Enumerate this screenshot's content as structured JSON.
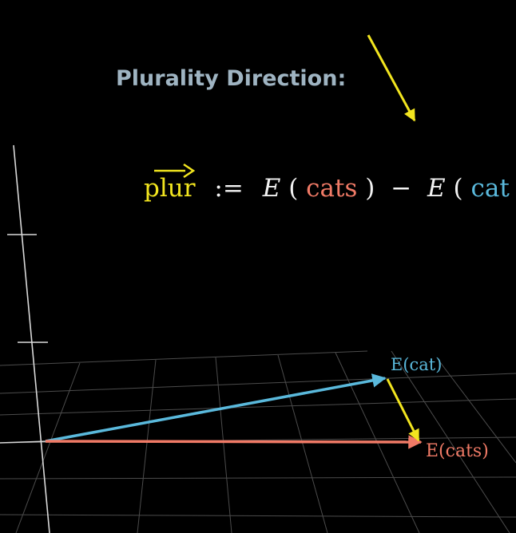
{
  "colors": {
    "background": "#000000",
    "title": "#9fb4c2",
    "yellow": "#f2e51f",
    "red": "#f07a66",
    "blue": "#5ab9dc",
    "white": "#f2f2f2",
    "grid": "#8a8a8a"
  },
  "title": {
    "text": "Plurality Direction:"
  },
  "formula": {
    "vector_name": "plur",
    "define_symbol": ":=",
    "func": "E",
    "open_paren": "(",
    "close_paren": ")",
    "minus": "−",
    "word_plural": "cats",
    "word_singular": "cat"
  },
  "labels": {
    "cat": "E(cat)",
    "cats": "E(cats)"
  },
  "icons": {
    "plurality_arrow": "diagonal-arrow-icon",
    "vector_arrow": "right-arrow-icon"
  }
}
